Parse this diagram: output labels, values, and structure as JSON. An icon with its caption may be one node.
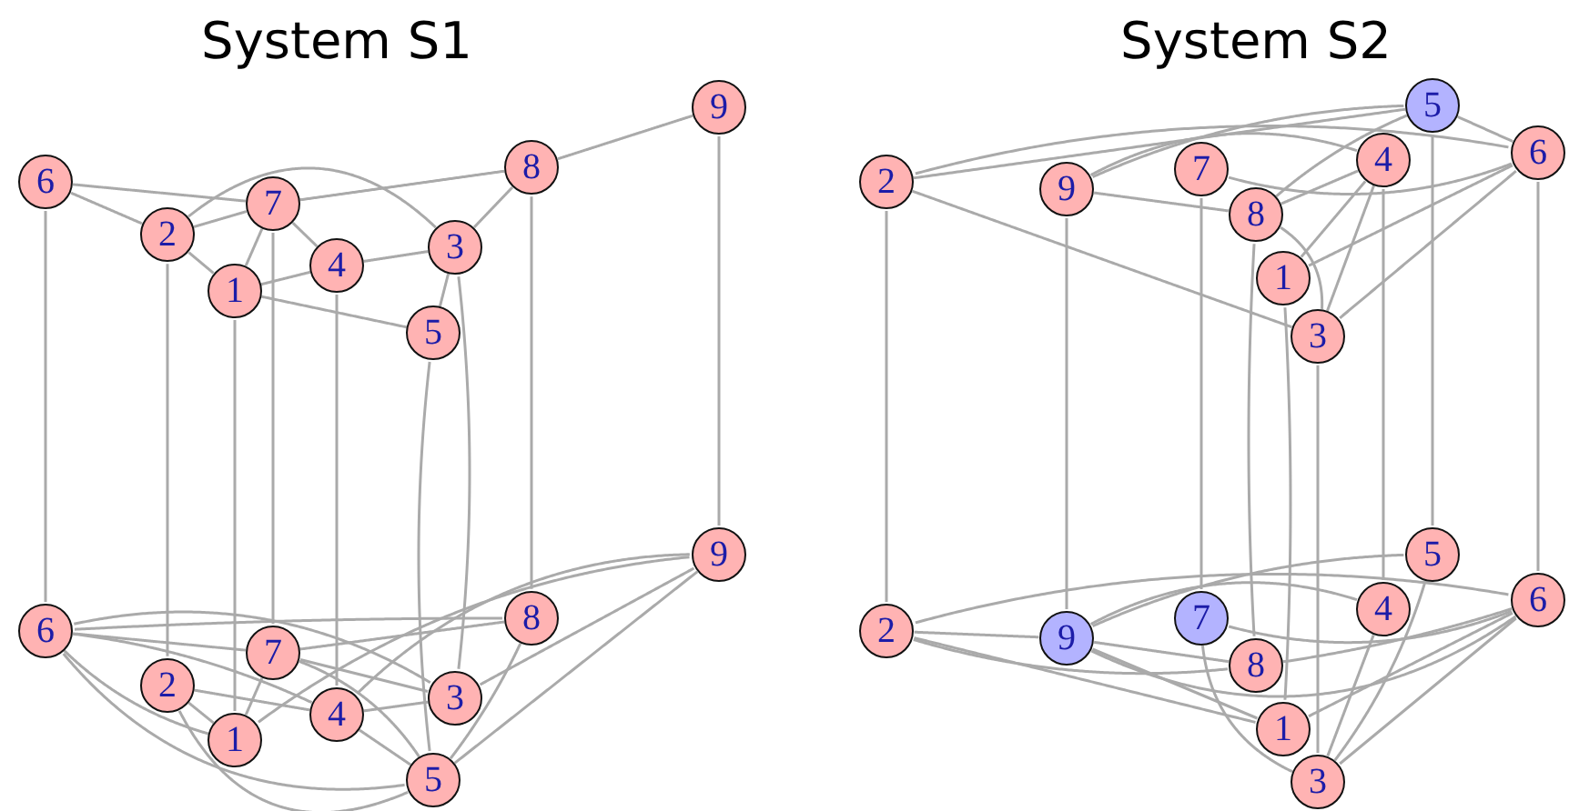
{
  "diagram": {
    "nodes": [
      {
        "text": [
          "9"
        ]
      },
      {
        "text": [
          "8"
        ]
      },
      {
        "text": [
          "6"
        ]
      },
      {
        "text": [
          "7"
        ]
      },
      {
        "text": [
          "2"
        ]
      },
      {
        "text": [
          "3"
        ]
      },
      {
        "text": [
          "4"
        ]
      },
      {
        "text": [
          "1"
        ]
      },
      {
        "text": [
          "5"
        ]
      },
      {
        "text": [
          "9"
        ]
      },
      {
        "text": [
          "8"
        ]
      },
      {
        "text": [
          "6"
        ]
      },
      {
        "text": [
          "7"
        ]
      },
      {
        "text": [
          "2"
        ]
      },
      {
        "text": [
          "3"
        ]
      },
      {
        "text": [
          "4"
        ]
      },
      {
        "text": [
          "1"
        ]
      },
      {
        "text": [
          "5"
        ]
      },
      {
        "text": [
          "5"
        ]
      },
      {
        "text": [
          "4"
        ]
      },
      {
        "text": [
          "6"
        ]
      },
      {
        "text": [
          "7"
        ]
      },
      {
        "text": [
          "2"
        ]
      },
      {
        "text": [
          "9"
        ]
      },
      {
        "text": [
          "8"
        ]
      },
      {
        "text": [
          "1"
        ]
      },
      {
        "text": [
          "3"
        ]
      },
      {
        "text": [
          "5"
        ]
      },
      {
        "text": [
          "6"
        ]
      },
      {
        "text": [
          "4"
        ]
      },
      {
        "text": [
          "7"
        ]
      },
      {
        "text": [
          "2"
        ]
      },
      {
        "text": [
          "9"
        ]
      },
      {
        "text": [
          "8"
        ]
      },
      {
        "text": [
          "1"
        ]
      },
      {
        "text": [
          "3"
        ]
      }
    ],
    "edges": [
      {
        "from": 2,
        "to": 3,
        "arrow": "none"
      },
      {
        "from": 2,
        "to": 4,
        "arrow": "none"
      },
      {
        "from": 4,
        "to": 3,
        "arrow": "none"
      },
      {
        "from": 4,
        "to": 5,
        "arrow": "none"
      },
      {
        "from": 4,
        "to": 7,
        "arrow": "none"
      },
      {
        "from": 3,
        "to": 7,
        "arrow": "none"
      },
      {
        "from": 3,
        "to": 6,
        "arrow": "none"
      },
      {
        "from": 3,
        "to": 1,
        "arrow": "none"
      },
      {
        "from": 1,
        "to": 0,
        "arrow": "none"
      },
      {
        "from": 1,
        "to": 5,
        "arrow": "none"
      },
      {
        "from": 6,
        "to": 5,
        "arrow": "none"
      },
      {
        "from": 6,
        "to": 7,
        "arrow": "none"
      },
      {
        "from": 7,
        "to": 8,
        "arrow": "none"
      },
      {
        "from": 5,
        "to": 8,
        "arrow": "none"
      },
      {
        "from": 11,
        "to": 10,
        "arrow": "none"
      },
      {
        "from": 11,
        "to": 12,
        "arrow": "none"
      },
      {
        "from": 11,
        "to": 14,
        "arrow": "none"
      },
      {
        "from": 11,
        "to": 15,
        "arrow": "none"
      },
      {
        "from": 11,
        "to": 17,
        "arrow": "none"
      },
      {
        "from": 11,
        "to": 16,
        "arrow": "none"
      },
      {
        "from": 13,
        "to": 15,
        "arrow": "none"
      },
      {
        "from": 13,
        "to": 17,
        "arrow": "none"
      },
      {
        "from": 13,
        "to": 16,
        "arrow": "none"
      },
      {
        "from": 12,
        "to": 10,
        "arrow": "none"
      },
      {
        "from": 12,
        "to": 16,
        "arrow": "none"
      },
      {
        "from": 12,
        "to": 14,
        "arrow": "none"
      },
      {
        "from": 12,
        "to": 17,
        "arrow": "none"
      },
      {
        "from": 9,
        "to": 15,
        "arrow": "none"
      },
      {
        "from": 9,
        "to": 16,
        "arrow": "none"
      },
      {
        "from": 9,
        "to": 14,
        "arrow": "none"
      },
      {
        "from": 9,
        "to": 17,
        "arrow": "none"
      },
      {
        "from": 10,
        "to": 17,
        "arrow": "none"
      },
      {
        "from": 15,
        "to": 17,
        "arrow": "none"
      },
      {
        "from": 14,
        "to": 15,
        "arrow": "none"
      },
      {
        "from": 0,
        "to": 9,
        "arrow": "none"
      },
      {
        "from": 1,
        "to": 10,
        "arrow": "none"
      },
      {
        "from": 2,
        "to": 11,
        "arrow": "none"
      },
      {
        "from": 3,
        "to": 12,
        "arrow": "none"
      },
      {
        "from": 4,
        "to": 13,
        "arrow": "none"
      },
      {
        "from": 5,
        "to": 14,
        "arrow": "none"
      },
      {
        "from": 6,
        "to": 15,
        "arrow": "none"
      },
      {
        "from": 7,
        "to": 16,
        "arrow": "none"
      },
      {
        "from": 8,
        "to": 17,
        "arrow": "none"
      },
      {
        "from": 18,
        "to": 22,
        "arrow": "none"
      },
      {
        "from": 18,
        "to": 23,
        "arrow": "none"
      },
      {
        "from": 18,
        "to": 20,
        "arrow": "none"
      },
      {
        "from": 18,
        "to": 24,
        "arrow": "none"
      },
      {
        "from": 22,
        "to": 20,
        "arrow": "none"
      },
      {
        "from": 22,
        "to": 26,
        "arrow": "none"
      },
      {
        "from": 23,
        "to": 19,
        "arrow": "none"
      },
      {
        "from": 23,
        "to": 24,
        "arrow": "none"
      },
      {
        "from": 21,
        "to": 20,
        "arrow": "none"
      },
      {
        "from": 24,
        "to": 19,
        "arrow": "none"
      },
      {
        "from": 24,
        "to": 26,
        "arrow": "none"
      },
      {
        "from": 19,
        "to": 25,
        "arrow": "none"
      },
      {
        "from": 19,
        "to": 26,
        "arrow": "none"
      },
      {
        "from": 20,
        "to": 25,
        "arrow": "none"
      },
      {
        "from": 20,
        "to": 26,
        "arrow": "none"
      },
      {
        "from": 31,
        "to": 28,
        "arrow": "none"
      },
      {
        "from": 31,
        "to": 32,
        "arrow": "none"
      },
      {
        "from": 31,
        "to": 33,
        "arrow": "none"
      },
      {
        "from": 31,
        "to": 34,
        "arrow": "none"
      },
      {
        "from": 32,
        "to": 27,
        "arrow": "none"
      },
      {
        "from": 32,
        "to": 29,
        "arrow": "none"
      },
      {
        "from": 32,
        "to": 28,
        "arrow": "none"
      },
      {
        "from": 32,
        "to": 34,
        "arrow": "none"
      },
      {
        "from": 32,
        "to": 33,
        "arrow": "none"
      },
      {
        "from": 30,
        "to": 28,
        "arrow": "none"
      },
      {
        "from": 30,
        "to": 35,
        "arrow": "none"
      },
      {
        "from": 33,
        "to": 28,
        "arrow": "none"
      },
      {
        "from": 29,
        "to": 35,
        "arrow": "none"
      },
      {
        "from": 27,
        "to": 35,
        "arrow": "none"
      },
      {
        "from": 28,
        "to": 34,
        "arrow": "none"
      },
      {
        "from": 28,
        "to": 35,
        "arrow": "none"
      },
      {
        "from": 18,
        "to": 27,
        "arrow": "none"
      },
      {
        "from": 19,
        "to": 29,
        "arrow": "none"
      },
      {
        "from": 20,
        "to": 28,
        "arrow": "none"
      },
      {
        "from": 21,
        "to": 30,
        "arrow": "none"
      },
      {
        "from": 22,
        "to": 31,
        "arrow": "none"
      },
      {
        "from": 23,
        "to": 32,
        "arrow": "none"
      },
      {
        "from": 24,
        "to": 33,
        "arrow": "none"
      },
      {
        "from": 25,
        "to": 34,
        "arrow": "none"
      },
      {
        "from": 26,
        "to": 35,
        "arrow": "none"
      }
    ],
    "labels": [
      "System S1",
      "System S2"
    ]
  }
}
